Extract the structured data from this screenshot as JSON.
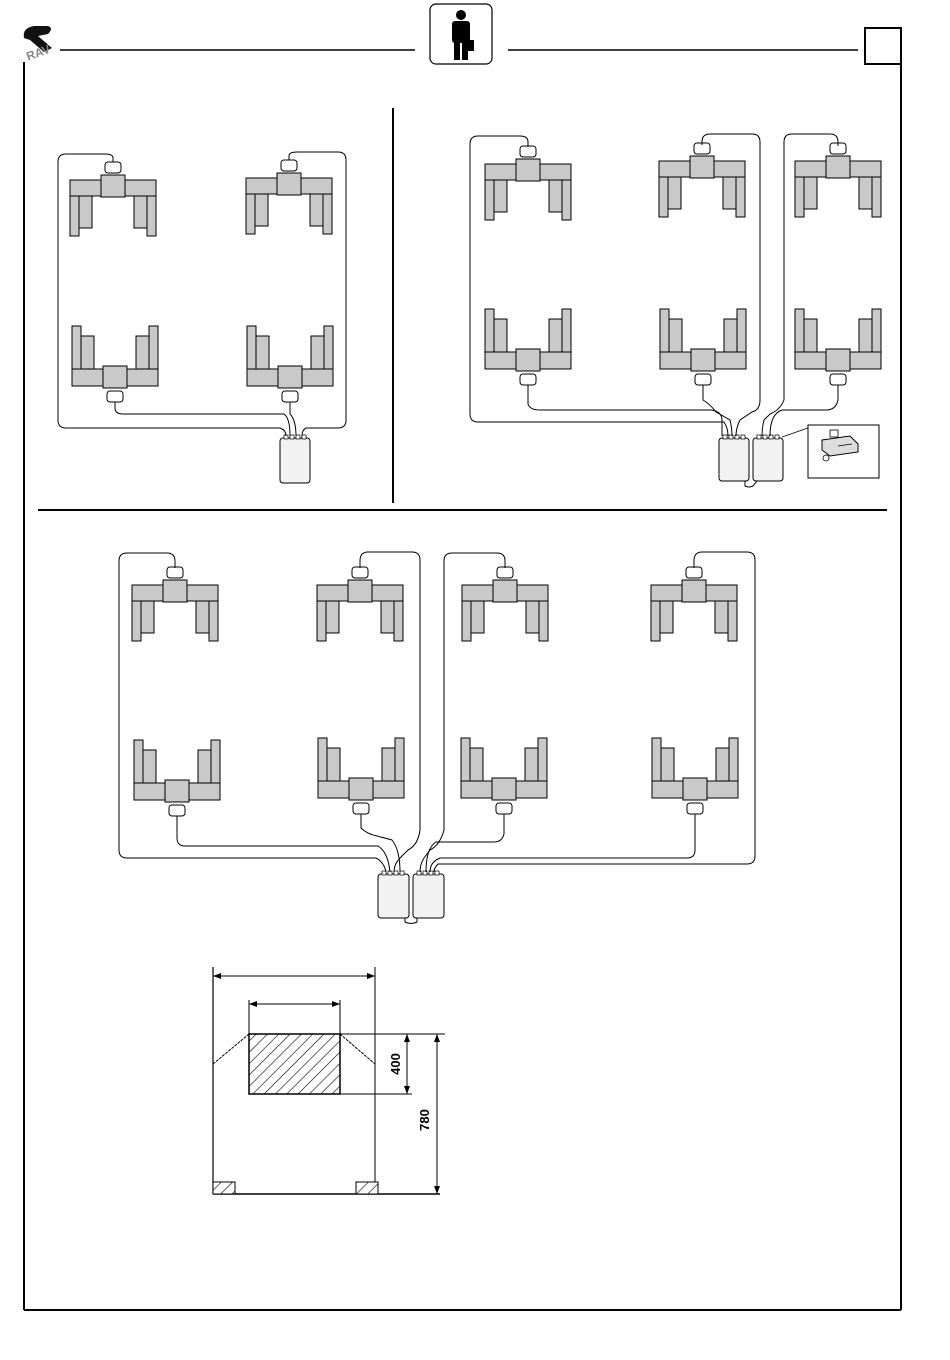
{
  "header": {
    "logo_icon": "rav-logo",
    "operator_icon": "person-with-briefcase-icon",
    "page_box": ""
  },
  "diagrams": {
    "two_column": {
      "columns": 2,
      "units": 1
    },
    "three_column": {
      "columns": 3,
      "units": 2,
      "inset_icon": "control-valve-icon"
    },
    "four_column": {
      "columns": 4,
      "units": 2
    }
  },
  "footprint": {
    "dim_height_inner": "400",
    "dim_height_outer": "780"
  },
  "colors": {
    "fill_gray": "#c9c9c9",
    "stroke": "#000000",
    "unit_fill": "#f2f2f2"
  }
}
